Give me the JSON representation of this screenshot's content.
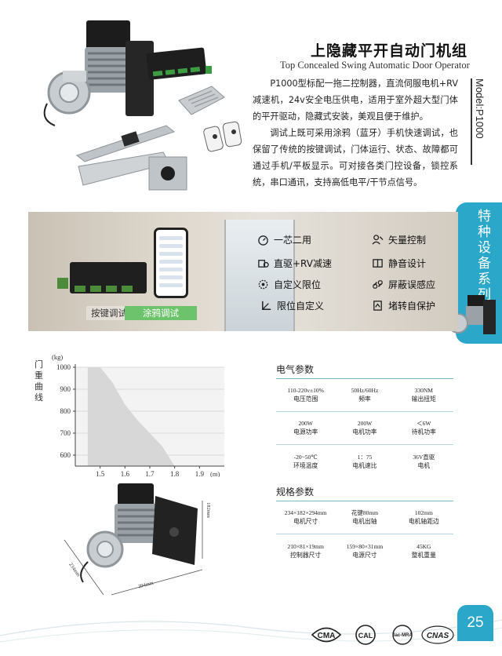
{
  "header": {
    "title_cn": "上隐藏平开自动门机组",
    "title_en": "Top Concealed Swing Automatic Door Operator",
    "model": "Model:P1000",
    "desc_paragraph_1": "P1000型标配一拖二控制器，直流伺服电机+RV减速机，24v安全电压供电，适用于室外超大型门体的平开驱动，隐藏式安装，美观且便于维护。",
    "desc_paragraph_2": "调试上既可采用涂鸦（蓝牙）手机快速调试，也保留了传统的按键调试，门体运行、状态、故障都可通过手机/平板显示。可对接各类门控设备，锁控系统，串口通讯，支持高低电平/干节点信号。"
  },
  "side_tab": {
    "label": "特种设备系列"
  },
  "banner": {
    "button_key_debug": "按键调试",
    "button_tuya_debug": "涂鸦调试",
    "features": [
      {
        "label": "一芯二用",
        "icon": "speed-dial-icon"
      },
      {
        "label": "直驱+RV减速",
        "icon": "gear-drive-icon"
      },
      {
        "label": "自定义限位",
        "icon": "gear-settings-icon"
      },
      {
        "label": "限位自定义",
        "icon": "limit-angle-icon"
      },
      {
        "label": "矢量控制",
        "icon": "vector-control-icon"
      },
      {
        "label": "静音设计",
        "icon": "mute-design-icon"
      },
      {
        "label": "屏蔽误感应",
        "icon": "shield-link-icon"
      },
      {
        "label": "堵转自保护",
        "icon": "stall-protect-icon"
      }
    ]
  },
  "chart_data": {
    "type": "area",
    "ylabel": "门重曲线",
    "y_unit": "(kg)",
    "x_unit": "(m)",
    "y_ticks": [
      "1000",
      "900",
      "800",
      "700",
      "600"
    ],
    "x_ticks": [
      "1.5",
      "1.6",
      "1.7",
      "1.8",
      "1.9"
    ],
    "ylim": [
      550,
      1000
    ],
    "xlim": [
      1.4,
      2.0
    ],
    "x": [
      1.45,
      1.5,
      1.55,
      1.6,
      1.65,
      1.7,
      1.75,
      1.8
    ],
    "y": [
      1000,
      1000,
      930,
      830,
      760,
      700,
      640,
      550
    ]
  },
  "electrical": {
    "title": "电气参数",
    "rows": [
      [
        {
          "value": "110-220v±10%",
          "label": "电压范围"
        },
        {
          "value": "50Hz/60Hz",
          "label": "频率"
        },
        {
          "value": "330NM",
          "label": "输出扭矩"
        }
      ],
      [
        {
          "value": "200W",
          "label": "电源功率"
        },
        {
          "value": "200W",
          "label": "电机功率"
        },
        {
          "value": "＜6W",
          "label": "待机功率"
        }
      ],
      [
        {
          "value": "-20~50℃",
          "label": "环境温度"
        },
        {
          "value": "1：75",
          "label": "电机速比"
        },
        {
          "value": "36V直驱",
          "label": "电机"
        }
      ]
    ]
  },
  "spec": {
    "title": "规格参数",
    "rows": [
      [
        {
          "value": "234×182×294mm",
          "label": "电机尺寸"
        },
        {
          "value": "花键80mm",
          "label": "电机出轴"
        },
        {
          "value": "102mm",
          "label": "电机轴距边"
        }
      ],
      [
        {
          "value": "210×81×19mm",
          "label": "控制器尺寸"
        },
        {
          "value": "159×80×31mm",
          "label": "电源尺寸"
        },
        {
          "value": "45KG",
          "label": "整机重量"
        }
      ]
    ]
  },
  "dimensions": {
    "height": "182mm",
    "depth": "234mm",
    "width": "294mm"
  },
  "footer": {
    "page_number": "25",
    "logos": [
      "CMA",
      "CAL",
      "ilac-MRA",
      "CNAS"
    ]
  },
  "colors": {
    "accent": "#2aa7c9",
    "green_button": "#6dc36b",
    "rule": "#7fb7c8"
  }
}
